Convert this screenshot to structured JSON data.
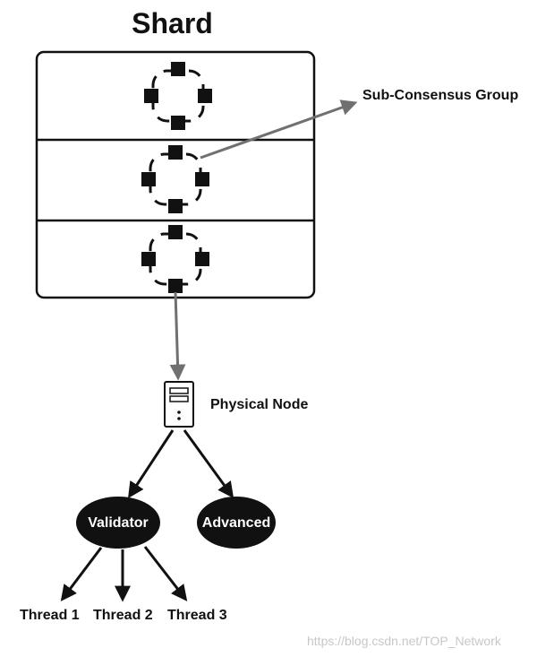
{
  "diagram": {
    "title": "Shard",
    "sub_consensus_label": "Sub-Consensus Group",
    "physical_node_label": "Physical Node",
    "validator_label": "Validator",
    "advanced_label": "Advanced",
    "threads": [
      "Thread 1",
      "Thread 2",
      "Thread 3"
    ],
    "watermark": "https://blog.csdn.net/TOP_Network"
  },
  "colors": {
    "ink": "#111111",
    "arrow": "#707070",
    "background": "#ffffff"
  }
}
